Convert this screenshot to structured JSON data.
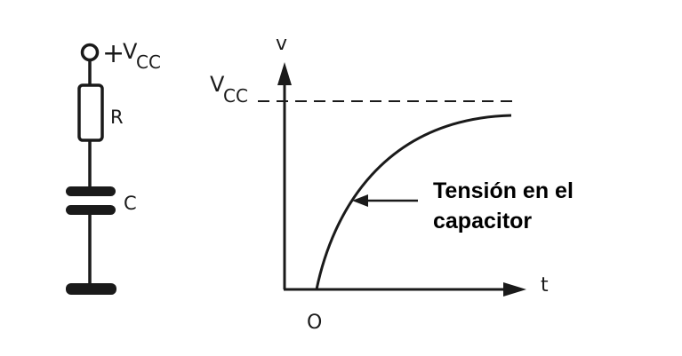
{
  "circuit": {
    "supply_sign": "+",
    "supply_symbol": "V",
    "supply_subscript": "CC",
    "resistor_label": "R",
    "capacitor_label": "C"
  },
  "graph": {
    "y_axis_label": "v",
    "x_axis_label": "t",
    "origin_label": "O",
    "asymptote_symbol": "V",
    "asymptote_subscript": "CC",
    "curve_caption_line1": "Tensión en el",
    "curve_caption_line2": "capacitor"
  },
  "colors": {
    "ink": "#1a1a1a",
    "caption": "#000000",
    "background": "#ffffff"
  }
}
